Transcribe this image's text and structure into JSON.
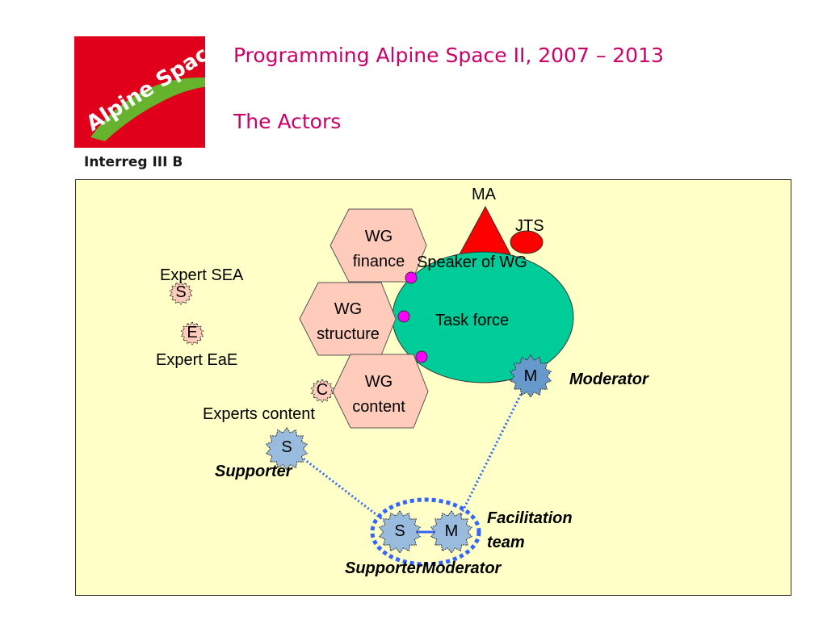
{
  "header": {
    "logo_text": "Alpine Space",
    "logo_caption": "Interreg III B",
    "title": "Programming Alpine Space II, 2007 – 2013",
    "subtitle": "The Actors"
  },
  "diagram": {
    "ma": "MA",
    "jts": "JTS",
    "speaker_of_wg": "Speaker of WG",
    "task_force": "Task force",
    "wg_finance_line1": "WG",
    "wg_finance_line2": "finance",
    "wg_structure_line1": "WG",
    "wg_structure_line2": "structure",
    "wg_content_line1": "WG",
    "wg_content_line2": "content",
    "expert_sea": "Expert SEA",
    "expert_sea_badge": "S",
    "expert_eae_badge": "E",
    "expert_eae": "Expert EaE",
    "experts_content_badge": "C",
    "experts_content": "Experts content",
    "moderator_badge": "M",
    "moderator": "Moderator",
    "supporter_badge": "S",
    "supporter": "Supporter",
    "team_supporter_badge": "S",
    "team_moderator_badge": "M",
    "facilitation_team_line1": "Facilitation",
    "facilitation_team_line2": "team",
    "supporter_moderator": "SupporterModerator"
  },
  "colors": {
    "brand_red": "#e0001b",
    "title_magenta": "#cc0066",
    "diagram_bg": "#ffffc8",
    "hexagon_fill": "#ffccbb",
    "task_force_fill": "#00cc99",
    "star_blue": "#99bbdd",
    "dot_magenta": "#ff00ff",
    "link_blue": "#3366ff"
  }
}
